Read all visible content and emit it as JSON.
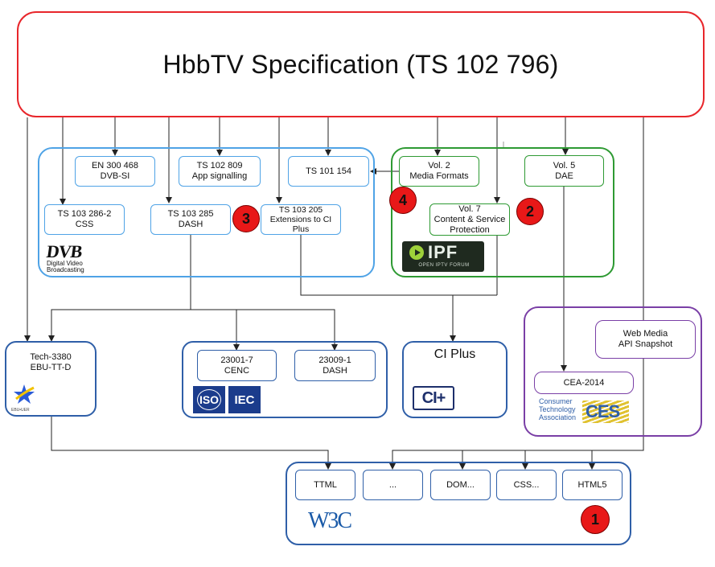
{
  "title": "HbbTV Specification (TS 102 796)",
  "dvb": {
    "boxes": {
      "en300468": "EN 300 468\nDVB-SI",
      "ts102809": "TS 102 809\nApp signalling",
      "ts101154": "TS 101 154",
      "ts103286": "TS 103 286-2\nCSS",
      "ts103285": "TS 103 285\nDASH",
      "ts103205": "TS 103 205\nExtensions to CI\nPlus"
    },
    "logo_mark": "DVB",
    "logo_line1": "Digital Video",
    "logo_line2": "Broadcasting"
  },
  "oipf": {
    "boxes": {
      "vol2": "Vol. 2\nMedia Formats",
      "vol5": "Vol. 5\nDAE",
      "vol7": "Vol. 7\nContent & Service\nProtection"
    },
    "logo_mark": "IPF",
    "logo_sub": "OPEN IPTV FORUM"
  },
  "ebu": {
    "box": "Tech-3380\nEBU-TT-D",
    "logo_text": "EBU•UER"
  },
  "iso": {
    "boxes": {
      "cenc": "23001-7\nCENC",
      "dash": "23009-1\nDASH"
    },
    "iso_logo": "ISO",
    "iec_logo": "IEC"
  },
  "ciplus": {
    "title": "CI Plus",
    "logo": "CI+"
  },
  "cta": {
    "boxes": {
      "webmedia": "Web Media\nAPI Snapshot",
      "cea": "CEA-2014"
    },
    "logo_line1": "Consumer",
    "logo_line2": "Technology",
    "logo_line3": "Association",
    "logo_ces": "CES"
  },
  "w3c": {
    "boxes": {
      "ttml": "TTML",
      "dots": "...",
      "dom": "DOM...",
      "css": "CSS...",
      "html5": "HTML5"
    },
    "logo": "W3C"
  },
  "badges": {
    "b1": "1",
    "b2": "2",
    "b3": "3",
    "b4": "4"
  },
  "colors": {
    "red_border": "#e8262b",
    "blue": "#4fa3e6",
    "green": "#2e9a33",
    "purple": "#7a3fa6",
    "navy": "#2f5fa8",
    "badge": "#e81818"
  }
}
